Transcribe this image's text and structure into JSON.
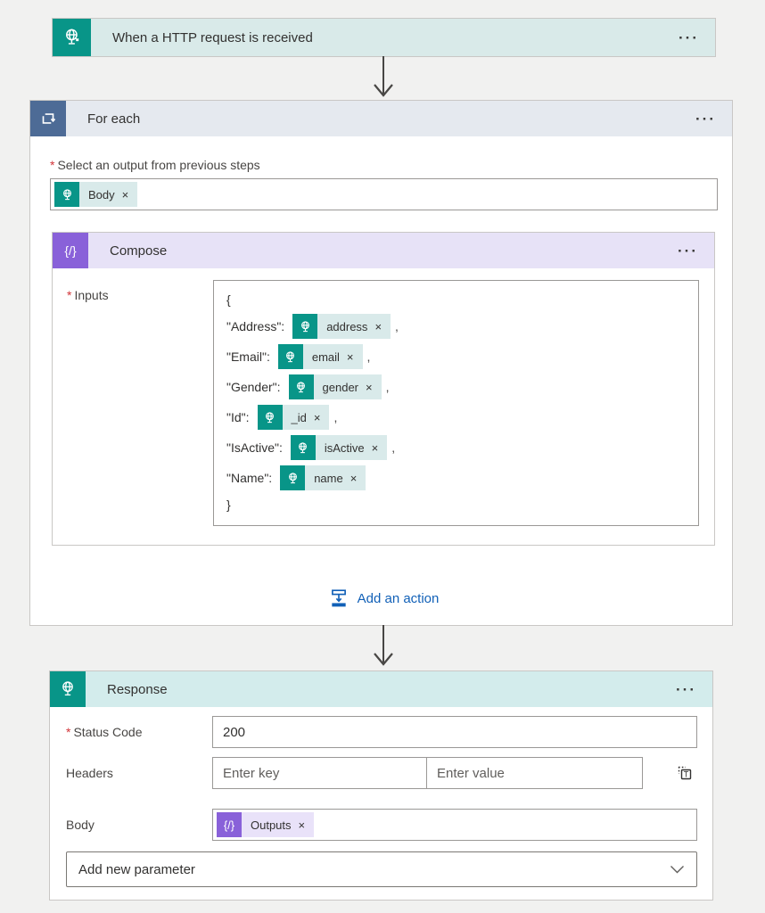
{
  "glyphs": {
    "ellipsis": "···",
    "remove": "×",
    "comma": ",",
    "required": "*",
    "open_brace": "{",
    "close_brace": "}"
  },
  "trigger": {
    "title": "When a HTTP request is received"
  },
  "foreach": {
    "title": "For each",
    "select_label": "Select an output from previous steps",
    "select_token": "Body",
    "compose": {
      "title": "Compose",
      "inputs_label": "Inputs",
      "entries": [
        {
          "key": "\"Address\":",
          "token": "address",
          "comma": true
        },
        {
          "key": "\"Email\":",
          "token": "email",
          "comma": true
        },
        {
          "key": "\"Gender\":",
          "token": "gender",
          "comma": true
        },
        {
          "key": "\"Id\":",
          "token": "_id",
          "comma": true
        },
        {
          "key": "\"IsActive\":",
          "token": "isActive",
          "comma": true
        },
        {
          "key": "\"Name\":",
          "token": "name",
          "comma": false
        }
      ]
    },
    "add_action_label": "Add an action"
  },
  "response": {
    "title": "Response",
    "status_label": "Status Code",
    "status_value": "200",
    "headers_label": "Headers",
    "key_placeholder": "Enter key",
    "value_placeholder": "Enter value",
    "body_label": "Body",
    "body_token": "Outputs",
    "add_param_label": "Add new parameter"
  },
  "colors": {
    "http_teal": "#089588",
    "foreach_blue": "#4d6b96",
    "compose_purple": "#8961d9",
    "accent_blue": "#1160b7",
    "required_red": "#d13438"
  }
}
